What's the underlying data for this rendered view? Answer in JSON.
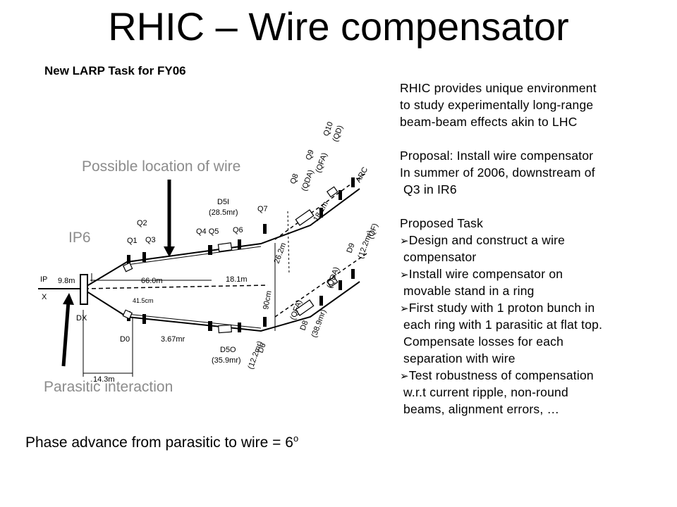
{
  "title": "RHIC – Wire compensator",
  "subtitle": "New LARP Task for FY06",
  "labels": {
    "possible_location": "Possible location of wire",
    "ip6": "IP6",
    "parasitic": "Parasitic interaction",
    "phase_prefix": "Phase advance from parasitic to wire = 6",
    "phase_sup": "o"
  },
  "diagram_labels": {
    "ip": "IP",
    "x": "X",
    "d98": "9.8m",
    "dx": "DX",
    "d143": "14.3m",
    "d660": "66.0m",
    "d415": "41.5cm",
    "d0": "D0",
    "q1": "Q1",
    "q2": "Q2",
    "q3": "Q3",
    "q4q5": "Q4 Q5",
    "q6": "Q6",
    "q7": "Q7",
    "d5i": "D5I",
    "d5i_mr": "(28.5mr)",
    "q8": "Q8",
    "q8_sub": "(QDA)",
    "q9": "Q9",
    "q9_sub": "(QFA)",
    "q10": "Q10",
    "q10_sub": "(QD)",
    "arc": "ARC",
    "d181a": "18.1m",
    "d181b": "18.1m",
    "d262": "26.2m",
    "d90": "90cm",
    "mr367": "3.67mr",
    "d5o": "D5O",
    "d5o_mr": "(35.9mr)",
    "d6": "D6",
    "d6_mr": "(12.2mr)",
    "d8": "D8",
    "d8_mr": "(38.9mr)",
    "q8o": "(QFA)",
    "qda": "(QDA)",
    "d9": "D9",
    "d9_mr": "(12.2mr)",
    "qf": "(QF)"
  },
  "right_text": {
    "p1": [
      "RHIC provides unique environment",
      "to study experimentally long-range",
      "beam-beam effects akin to LHC"
    ],
    "p2": [
      "Proposal: Install wire compensator",
      "In summer of 2006, downstream of",
      " Q3 in IR6"
    ],
    "p3_head": "Proposed Task",
    "b1": [
      "Design and construct a wire",
      " compensator"
    ],
    "b2": [
      "Install wire compensator on",
      " movable stand in a ring"
    ],
    "b3": [
      "First study with 1 proton bunch in",
      " each ring with 1 parasitic at flat top.",
      " Compensate losses for each",
      " separation with wire"
    ],
    "b4": [
      "Test robustness of compensation",
      " w.r.t current ripple, non-round",
      " beams, alignment errors, …"
    ]
  }
}
